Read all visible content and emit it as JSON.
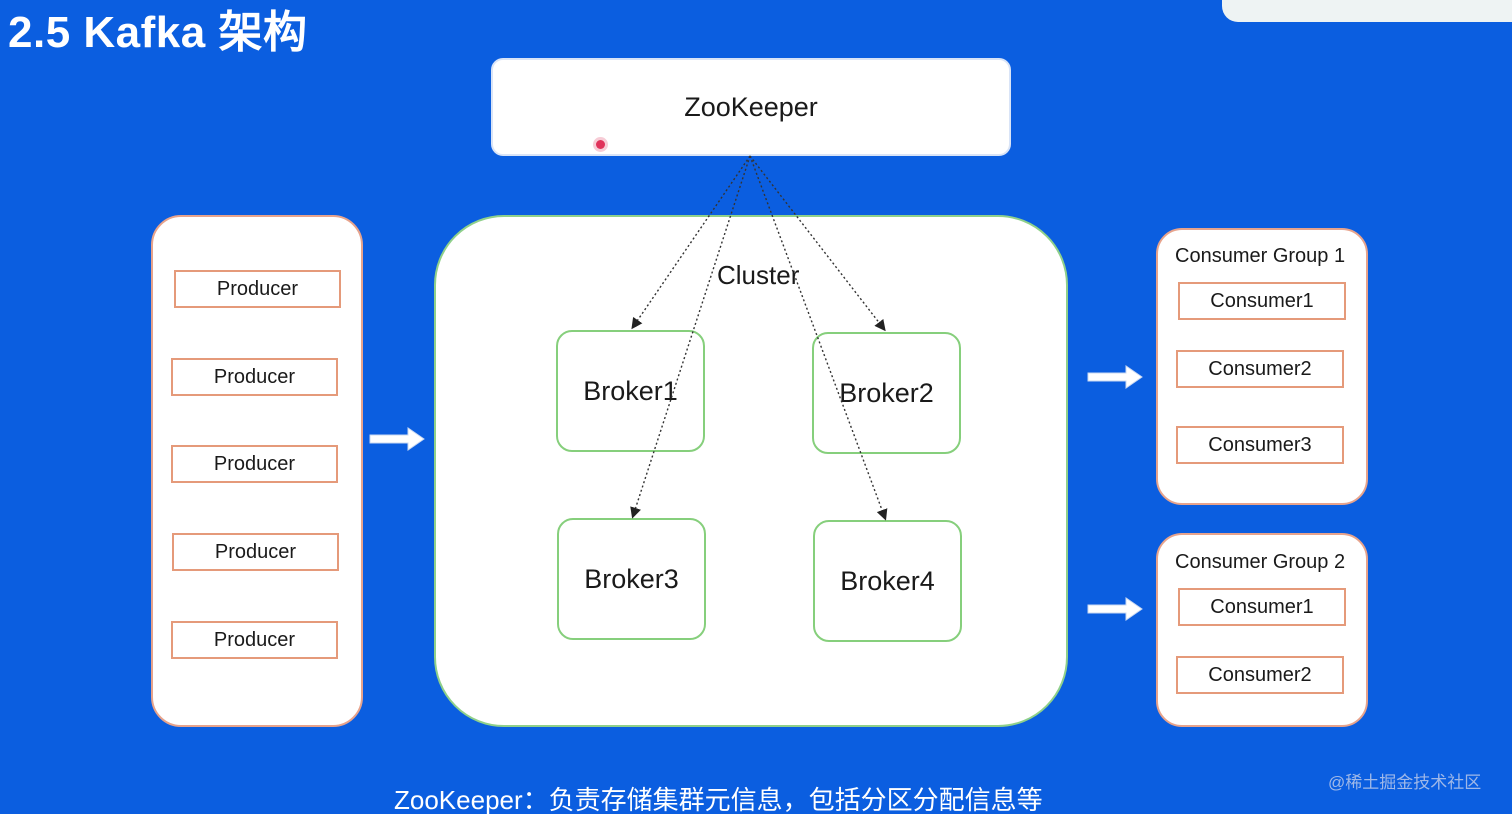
{
  "title": "2.5 Kafka 架构",
  "zookeeper": {
    "label": "ZooKeeper"
  },
  "producers": [
    "Producer",
    "Producer",
    "Producer",
    "Producer",
    "Producer"
  ],
  "cluster": {
    "label": "Cluster",
    "brokers": [
      "Broker1",
      "Broker2",
      "Broker3",
      "Broker4"
    ]
  },
  "consumer_groups": [
    {
      "label": "Consumer Group 1",
      "consumers": [
        "Consumer1",
        "Consumer2",
        "Consumer3"
      ]
    },
    {
      "label": "Consumer Group 2",
      "consumers": [
        "Consumer1",
        "Consumer2"
      ]
    }
  ],
  "footer": "ZooKeeper：负责存储集群元信息，包括分区分配信息等",
  "watermark": "@稀土掘金技术社区",
  "colors": {
    "background": "#0b5ee0",
    "producer_border": "#e59a7a",
    "broker_border": "#86cf7c",
    "arrow": "#ffffff"
  }
}
